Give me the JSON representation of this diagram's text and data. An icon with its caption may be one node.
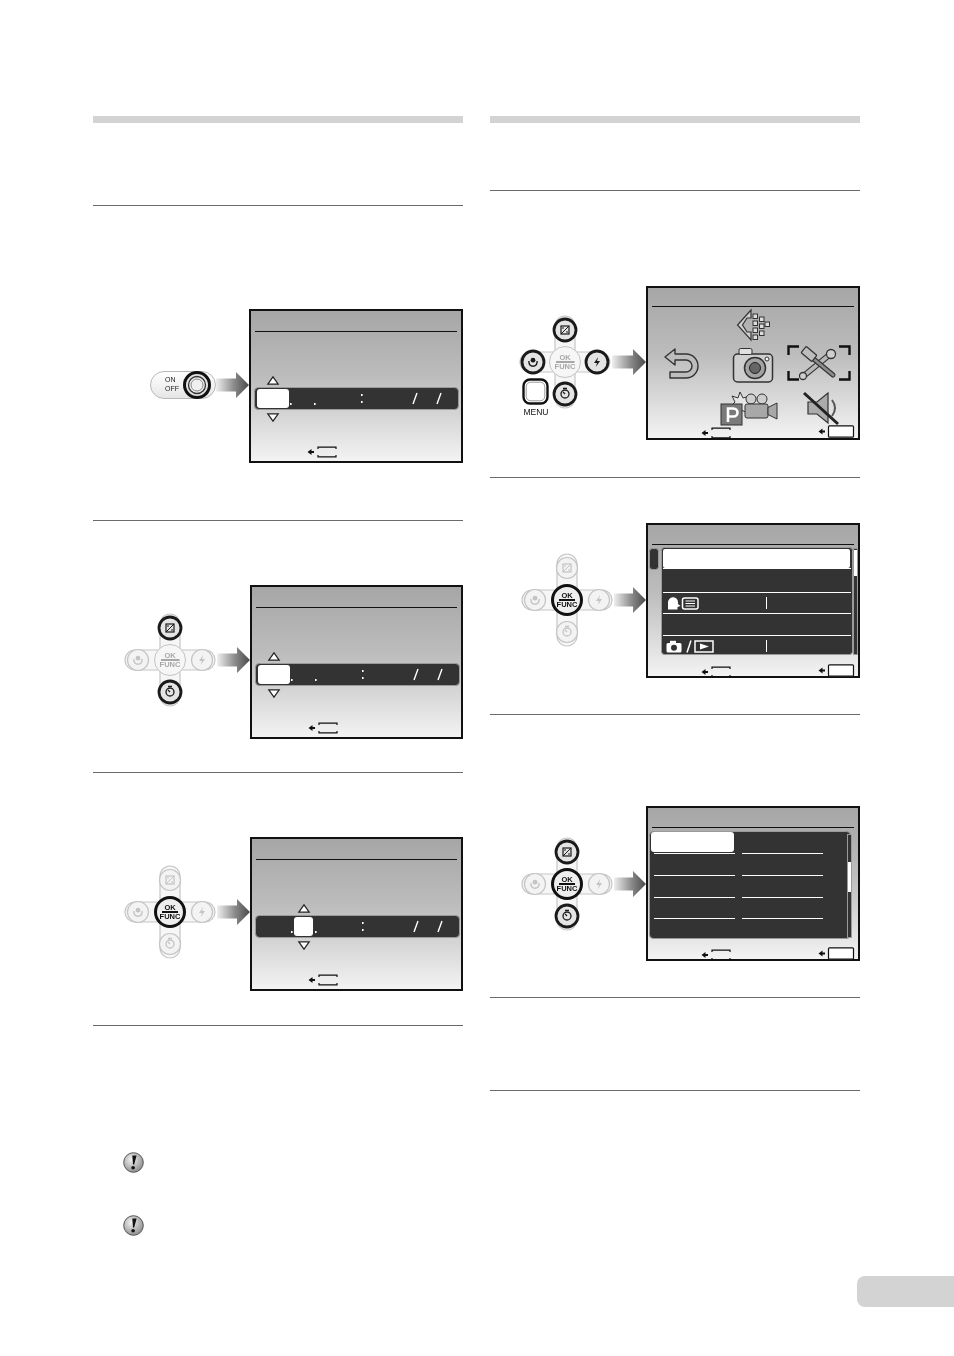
{
  "diagram": {
    "nodes": [
      {
        "text": [
          "ON OFF"
        ]
      },
      {
        "text": [],
        "shape": "picture"
      },
      {
        "text": [
          "OK FUNC"
        ]
      },
      {
        "text": [],
        "shape": "picture"
      },
      {
        "text": [
          "OK FUNC"
        ]
      },
      {
        "text": [],
        "shape": "picture"
      },
      {
        "text": [
          "OK FUNC",
          "MENU"
        ]
      },
      {
        "text": [],
        "shape": "picture"
      },
      {
        "text": [
          "OK FUNC"
        ]
      },
      {
        "text": [],
        "shape": "picture"
      },
      {
        "text": [
          "OK FUNC"
        ]
      },
      {
        "text": [],
        "shape": "picture"
      }
    ],
    "edges": [
      {
        "from": 0,
        "to": 1,
        "arrow": "to"
      },
      {
        "from": 2,
        "to": 3,
        "arrow": "to"
      },
      {
        "from": 4,
        "to": 5,
        "arrow": "to"
      },
      {
        "from": 6,
        "to": 7,
        "arrow": "to"
      },
      {
        "from": 8,
        "to": 9,
        "arrow": "to"
      },
      {
        "from": 10,
        "to": 11,
        "arrow": "to"
      }
    ]
  }
}
